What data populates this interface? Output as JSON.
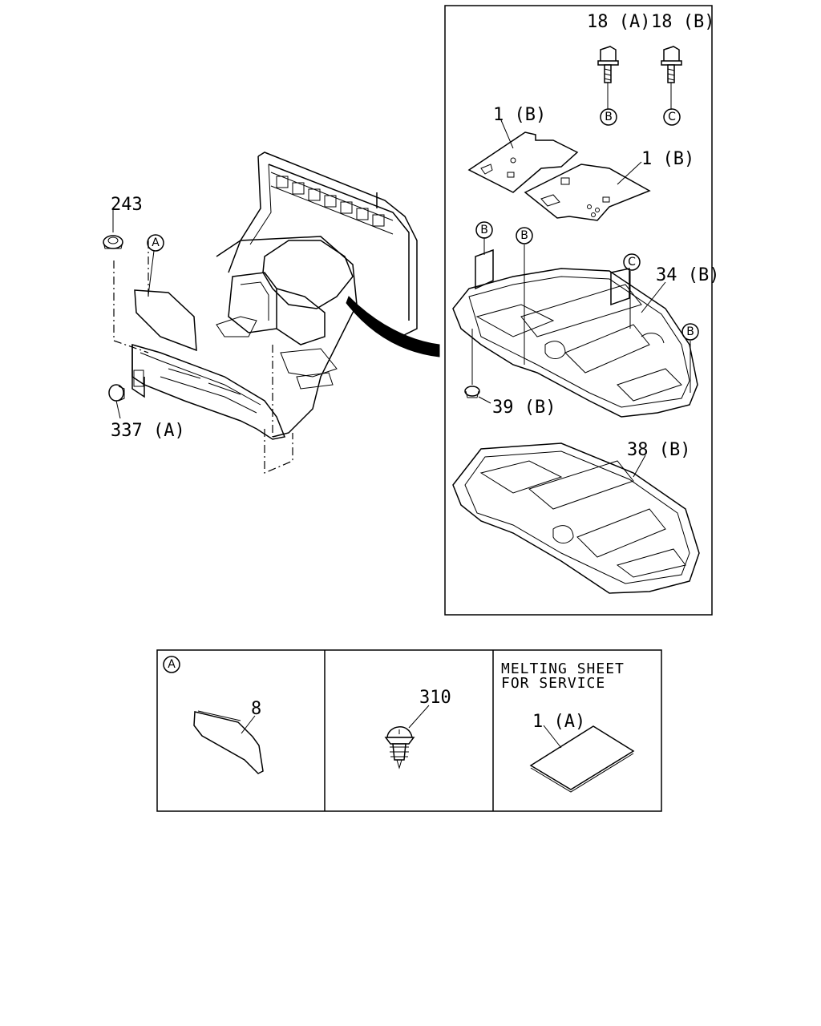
{
  "callouts": {
    "c243": "243",
    "c337a": "337 (A)",
    "c18a": "18 (A)",
    "c18b": "18 (B)",
    "c1b_top": "1 (B)",
    "c1b_right": "1 (B)",
    "c34b": "34 (B)",
    "c39b": "39 (B)",
    "c38b": "38 (B)",
    "c8": "8",
    "c310": "310",
    "c1a": "1 (A)"
  },
  "circle_refs": {
    "a_main": "A",
    "a_box": "A",
    "b_bolt": "B",
    "c_bolt": "C",
    "b1": "B",
    "b2": "B",
    "c_mid": "C",
    "b3": "B"
  },
  "service_box": {
    "line1": "MELTING SHEET",
    "line2": "FOR SERVICE"
  }
}
